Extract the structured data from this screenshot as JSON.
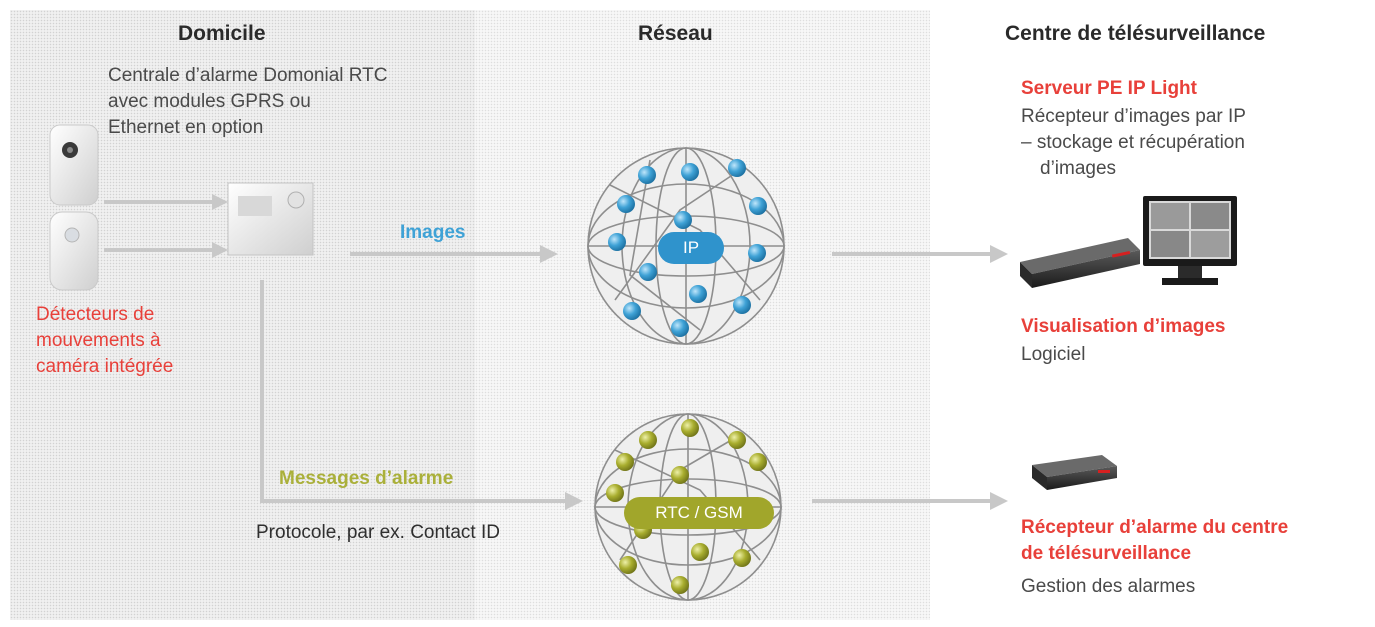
{
  "columns": {
    "domicile": "Domicile",
    "reseau": "Réseau",
    "centre": "Centre de télésurveillance"
  },
  "domicile": {
    "centrale_lines": [
      "Centrale d’alarme Domonial RTC",
      "avec modules GPRS ou",
      "Ethernet en option"
    ],
    "detecteurs_lines": [
      "Détecteurs de",
      "mouvements à",
      "caméra intégrée"
    ]
  },
  "network": {
    "images_label": "Images",
    "ip_label": "IP",
    "messages_label": "Messages d’alarme",
    "rtc_label": "RTC / GSM",
    "protocol_label": "Protocole, par ex. Contact ID"
  },
  "centre": {
    "serveur_title": "Serveur PE IP Light",
    "serveur_lines": [
      "Récepteur d’images par IP",
      "– stockage et récupération",
      "d’images"
    ],
    "visualisation_title": "Visualisation d’images",
    "visualisation_sub": "Logiciel",
    "recepteur_lines": [
      "Récepteur d’alarme du centre",
      "de télésurveillance"
    ],
    "recepteur_sub": "Gestion des alarmes"
  },
  "colors": {
    "red": "#e8403a",
    "blue_node": "#3fa2d6",
    "olive_node": "#a9ae2f",
    "arrow": "#c8c8c8"
  }
}
